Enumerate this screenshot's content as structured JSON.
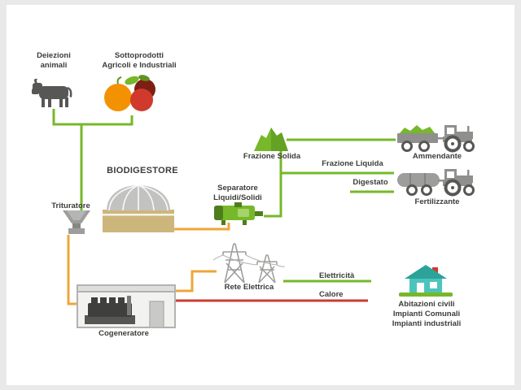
{
  "colors": {
    "green": "#76b82a",
    "dark_green": "#4e7d1e",
    "orange": "#f0a539",
    "red": "#cc3b2e",
    "dark_text": "#3c3c3b",
    "gray_icon": "#9d9d9c",
    "dark_gray_icon": "#575756",
    "tan_base": "#cdb67c",
    "teal_house": "#4cc4bc"
  },
  "nodes": {
    "deiezioni": {
      "lines": [
        "Deiezioni",
        "animali"
      ]
    },
    "sottoprodotti": {
      "lines": [
        "Sottoprodotti",
        "Agricoli e Industriali"
      ]
    },
    "biodigestore": {
      "label": "BIODIGESTORE"
    },
    "trituratore": {
      "label": "Trituratore"
    },
    "separatore": {
      "lines": [
        "Separatore",
        "Liquidi/Solidi"
      ]
    },
    "frazione_solida": {
      "label": "Frazione Solida"
    },
    "ammendante": {
      "label": "Ammendante"
    },
    "frazione_liquida": {
      "label": "Frazione Liquida"
    },
    "digestato": {
      "label": "Digestato"
    },
    "fertilizzante": {
      "label": "Fertilizzante"
    },
    "cogeneratore": {
      "label": "Cogeneratore"
    },
    "rete_elettrica": {
      "label": "Rete Elettrica"
    },
    "elettricita": {
      "label": "Elettricità"
    },
    "calore": {
      "label": "Calore"
    },
    "utenze": {
      "lines": [
        "Abitazioni civili",
        "Impianti Comunali",
        "Impianti industriali"
      ]
    }
  },
  "icons": {
    "cow-icon": "animal manure source",
    "fruits-icon": "agricultural and industrial by-products",
    "biodigester-dome-icon": "anaerobic digester dome",
    "shredder-icon": "shredder hopper",
    "separator-machine-icon": "liquid/solid separator machine",
    "solid-heap-icon": "solid fraction heap",
    "tractor-trailer-icon": "tractor with solid amendment trailer",
    "tractor-tank-icon": "tractor with liquid digestate tank",
    "cogenerator-building-icon": "cogeneration engine building",
    "power-pylons-icon": "electric grid pylons",
    "house-icon": "civil and industrial buildings"
  }
}
